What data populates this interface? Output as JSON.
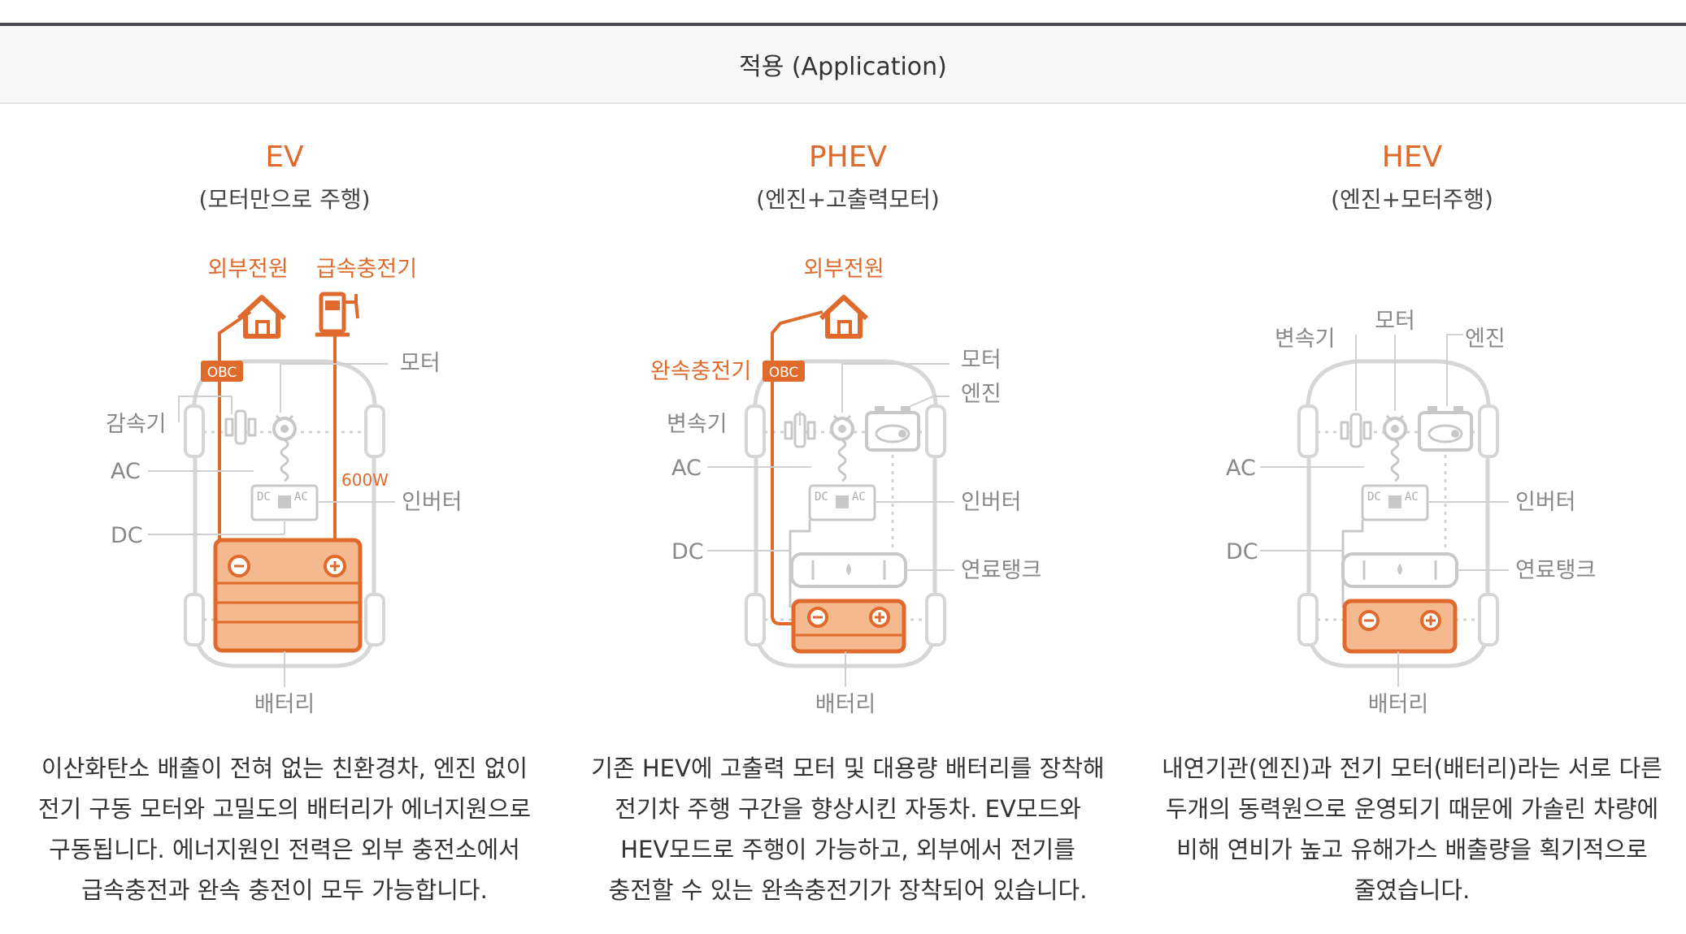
{
  "header": {
    "title": "적용 (Application)"
  },
  "colors": {
    "accent": "#e06a2c",
    "battery": "#f4b98f",
    "line": "#cccccc",
    "label": "#888888"
  },
  "columns": [
    {
      "title": "EV",
      "subtitle": "(모터만으로 주행)",
      "labels": {
        "external_power": "외부전원",
        "fast_charger": "급속충전기",
        "obc": "OBC",
        "motor": "모터",
        "reducer": "감속기",
        "ac": "AC",
        "dc": "DC",
        "power_600w": "600W",
        "inverter": "인버터",
        "battery": "배터리"
      },
      "description": [
        "이산화탄소 배출이 전혀 없는 친환경차, 엔진 없이",
        "전기 구동 모터와 고밀도의 배터리가 에너지원으로",
        "구동됩니다. 에너지원인 전력은 외부 충전소에서",
        "급속충전과 완속 충전이 모두 가능합니다."
      ]
    },
    {
      "title": "PHEV",
      "subtitle": "(엔진+고출력모터)",
      "labels": {
        "external_power": "외부전원",
        "slow_charger": "완속충전기",
        "obc": "OBC",
        "motor": "모터",
        "engine": "엔진",
        "transmission": "변속기",
        "ac": "AC",
        "dc": "DC",
        "inverter": "인버터",
        "fuel_tank": "연료탱크",
        "battery": "배터리"
      },
      "description": [
        "기존 HEV에 고출력 모터 및 대용량 배터리를 장착해",
        "전기차 주행 구간을 향상시킨 자동차. EV모드와",
        "HEV모드로 주행이 가능하고, 외부에서 전기를",
        "충전할 수 있는 완속충전기가 장착되어 있습니다."
      ]
    },
    {
      "title": "HEV",
      "subtitle": "(엔진+모터주행)",
      "labels": {
        "motor": "모터",
        "transmission": "변속기",
        "engine": "엔진",
        "ac": "AC",
        "dc": "DC",
        "inverter": "인버터",
        "fuel_tank": "연료탱크",
        "battery": "배터리"
      },
      "description": [
        "내연기관(엔진)과 전기 모터(배터리)라는 서로 다른",
        "두개의 동력원으로 운영되기 때문에 가솔린 차량에",
        "비해 연비가 높고 유해가스 배출량을 획기적으로",
        "줄였습니다."
      ]
    }
  ],
  "inverter_chip": {
    "dc": "DC",
    "ac": "AC"
  }
}
